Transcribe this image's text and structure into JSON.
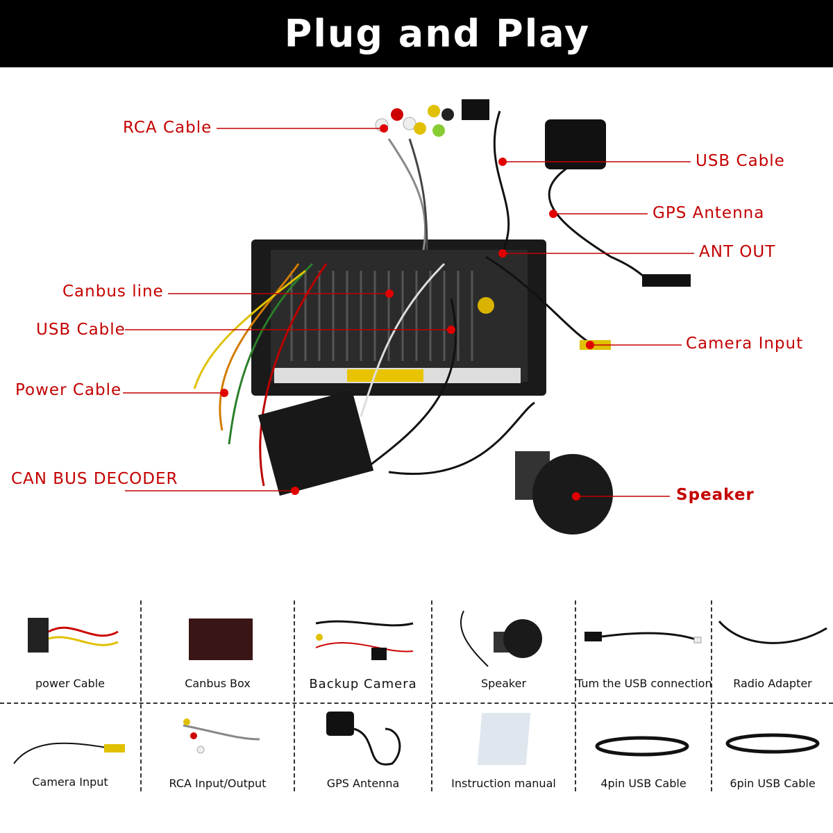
{
  "header": {
    "title": "Plug and Play"
  },
  "callouts": [
    {
      "id": "rca",
      "label": "RCA Cable"
    },
    {
      "id": "usb-top",
      "label": "USB Cable"
    },
    {
      "id": "gps",
      "label": "GPS Antenna"
    },
    {
      "id": "ant",
      "label": "ANT OUT"
    },
    {
      "id": "canbus",
      "label": "Canbus line"
    },
    {
      "id": "usb-left",
      "label": "USB Cable"
    },
    {
      "id": "camera",
      "label": "Camera Input"
    },
    {
      "id": "power",
      "label": "Power Cable"
    },
    {
      "id": "decoder",
      "label": "CAN BUS DECODER"
    },
    {
      "id": "speaker",
      "label": "Speaker"
    }
  ],
  "accessories": [
    {
      "label": "power Cable"
    },
    {
      "label": "Canbus Box"
    },
    {
      "label": "Backup Camera"
    },
    {
      "label": "Speaker"
    },
    {
      "label": "Tum the USB connection"
    },
    {
      "label": "Radio Adapter"
    },
    {
      "label": "Camera Input"
    },
    {
      "label": "RCA Input/Output"
    },
    {
      "label": "GPS Antenna"
    },
    {
      "label": "Instruction manual"
    },
    {
      "label": "4pin USB Cable"
    },
    {
      "label": "6pin USB Cable"
    }
  ],
  "colors": {
    "callout": "#c40000",
    "header_bg": "#000000",
    "dot": "#e00000"
  }
}
